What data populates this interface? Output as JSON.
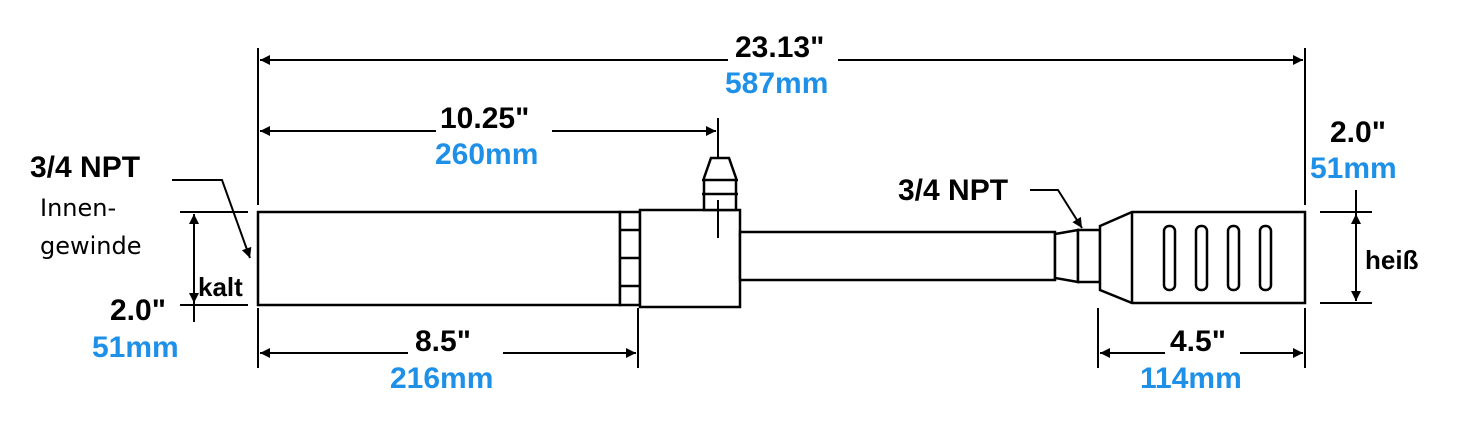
{
  "colors": {
    "ink": "#000000",
    "metric": "#1e90e8",
    "paper": "#ffffff"
  },
  "dimensions": {
    "overall_length": {
      "inch": "23.13\"",
      "mm": "587mm"
    },
    "cold_to_elbow": {
      "inch": "10.25\"",
      "mm": "260mm"
    },
    "cold_body": {
      "inch": "8.5\"",
      "mm": "216mm"
    },
    "hot_end_length": {
      "inch": "4.5\"",
      "mm": "114mm"
    },
    "cold_diameter": {
      "inch": "2.0\"",
      "mm": "51mm"
    },
    "hot_diameter": {
      "inch": "2.0\"",
      "mm": "51mm"
    }
  },
  "notes": {
    "cold_port": {
      "thread": "3/4 NPT",
      "line1": "Innen-",
      "line2": "gewinde"
    },
    "hot_port": {
      "thread": "3/4 NPT"
    }
  },
  "ends": {
    "cold": "kalt",
    "hot": "heiß"
  }
}
